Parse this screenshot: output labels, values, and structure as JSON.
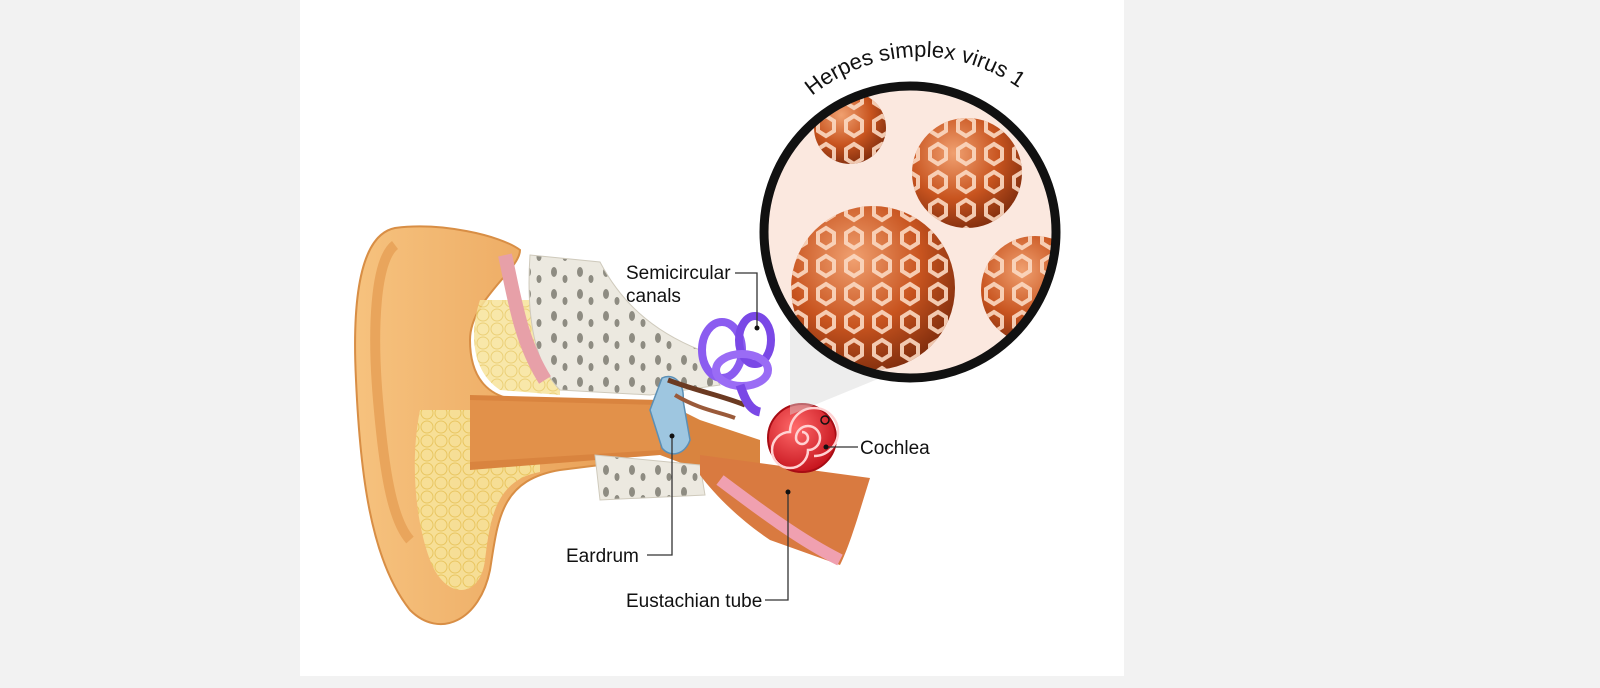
{
  "labels": {
    "virus_title": "Herpes simplex virus 1",
    "semicircular_line1": "Semicircular",
    "semicircular_line2": "canals",
    "cochlea": "Cochlea",
    "eardrum": "Eardrum",
    "eustachian_tube": "Eustachian tube"
  },
  "colors": {
    "page_background": "#f2f2f2",
    "panel_background": "#ffffff",
    "ear_skin": "#f2b56b",
    "canal": "#d9843f",
    "bone": "#ece9e0",
    "fat": "#f7e39a",
    "semicircular": "#8b5cf0",
    "cochlea": "#e8232b",
    "eardrum": "#9ec6e0",
    "virus": "#c8541f",
    "magnifier_ring": "#111111",
    "magnifier_fill": "#fbe8df"
  },
  "icons": [
    "ear-anatomy-illustration",
    "magnifier-circle",
    "virus-particle"
  ]
}
